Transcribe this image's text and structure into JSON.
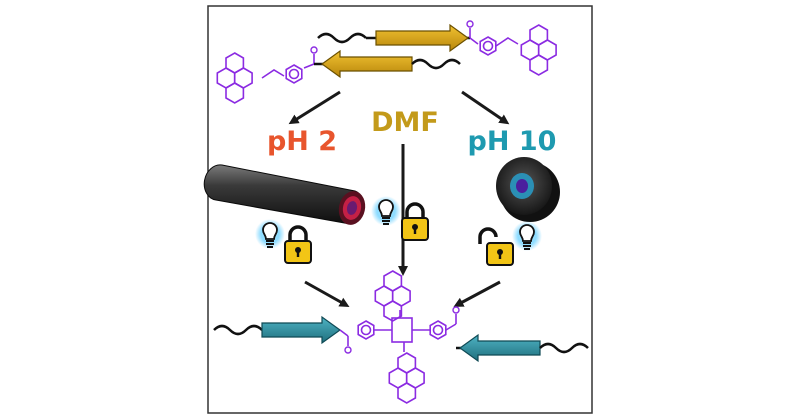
{
  "conditions": {
    "acidic": {
      "label": "pH 2",
      "color": "#e8552d"
    },
    "solvent": {
      "label": "DMF",
      "color": "#c39a1a"
    },
    "basic": {
      "label": "pH 10",
      "color": "#1e9ab0"
    }
  },
  "colors": {
    "molecule": "#8b2be2",
    "gold_strand": "#d4a017",
    "teal_strand": "#2e8fa0",
    "lock_body": "#f2c516",
    "bulb_glow": "#6fd2ff",
    "arrow": "#1a1a1a",
    "frame": "#333333",
    "core": "#b01f4a"
  },
  "icons": [
    "lightbulb-icon",
    "lock-closed-icon",
    "lock-open-icon",
    "nanotube-icon",
    "nanoring-icon"
  ]
}
